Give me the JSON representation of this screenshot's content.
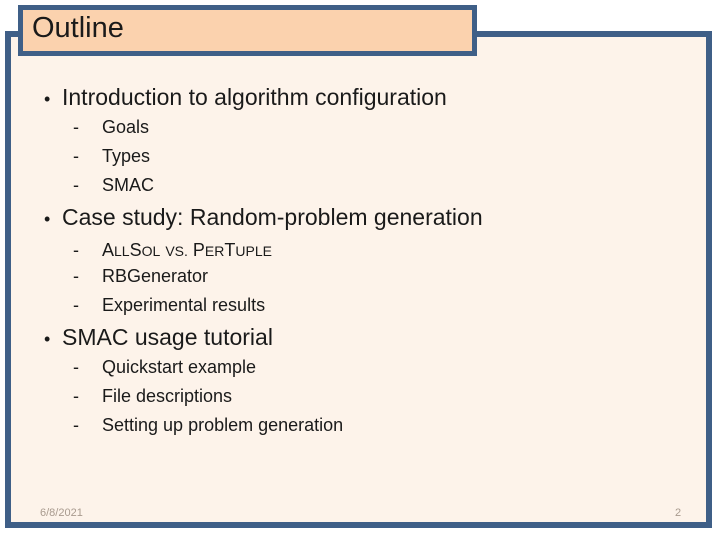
{
  "slide": {
    "title": "Outline",
    "colors": {
      "title_fill": "#FBD2AE",
      "frame_blue": "#3F5F87",
      "body_background": "#FDF3EA",
      "text": "#1A1A1A",
      "footer_text": "#A89A8E"
    }
  },
  "outline": [
    {
      "heading": "Introduction to algorithm configuration",
      "items": [
        {
          "text": "Goals"
        },
        {
          "text": "Types"
        },
        {
          "text": "SMAC"
        }
      ]
    },
    {
      "heading": "Case study: Random-problem generation",
      "items": [
        {
          "text": "ALLSOL vs. PERTUPLE",
          "smallcaps": true,
          "parts": [
            {
              "t": "A",
              "small": false
            },
            {
              "t": "LL",
              "small": true
            },
            {
              "t": "S",
              "small": false
            },
            {
              "t": "OL",
              "small": true
            },
            {
              "t": " ",
              "small": false
            },
            {
              "t": "VS.",
              "small": true
            },
            {
              "t": " ",
              "small": false
            },
            {
              "t": "P",
              "small": false
            },
            {
              "t": "ER",
              "small": true
            },
            {
              "t": "T",
              "small": false
            },
            {
              "t": "UPLE",
              "small": true
            }
          ]
        },
        {
          "text": "RBGenerator"
        },
        {
          "text": "Experimental results"
        }
      ]
    },
    {
      "heading": "SMAC usage tutorial",
      "items": [
        {
          "text": "Quickstart example"
        },
        {
          "text": "File descriptions"
        },
        {
          "text": "Setting up problem generation"
        }
      ]
    }
  ],
  "bullets": {
    "level1_glyph": "•",
    "level2_glyph": "-"
  },
  "footer": {
    "date": "6/8/2021",
    "page_number": "2"
  }
}
